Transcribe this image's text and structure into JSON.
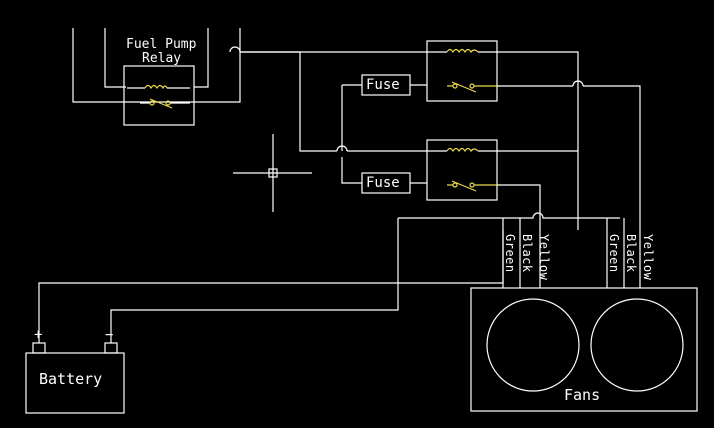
{
  "labels": {
    "relay_title_1": "Fuel Pump",
    "relay_title_2": "Relay",
    "fuse_top": "Fuse",
    "fuse_bottom": "Fuse",
    "battery": "Battery",
    "battery_plus": "+",
    "battery_minus": "−",
    "fans": "Fans"
  },
  "wire_labels": {
    "fan1_green": "Green",
    "fan1_black": "Black",
    "fan1_yellow": "Yellow",
    "fan2_green": "Green",
    "fan2_black": "Black",
    "fan2_yellow": "Yellow"
  },
  "colors": {
    "background": "#000000",
    "line": "#ffffff",
    "relay_contact": "#e8d84a"
  }
}
